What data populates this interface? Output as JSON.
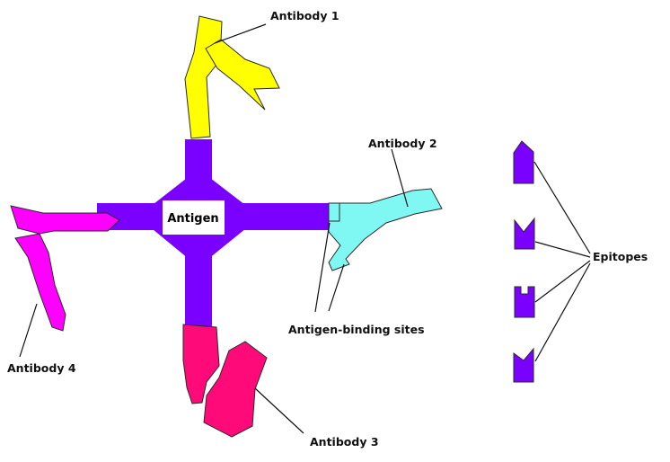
{
  "diagram": {
    "center_label": "Antigen",
    "labels": {
      "antibody1": "Antibody 1",
      "antibody2": "Antibody 2",
      "antibody3": "Antibody 3",
      "antibody4": "Antibody 4",
      "binding_sites": "Antigen-binding sites",
      "epitopes": "Epitopes"
    },
    "colors": {
      "antigen": "#7a00ff",
      "antibody1": "#ffff00",
      "antibody2": "#7ff8f3",
      "antibody3": "#ff0a78",
      "antibody4": "#ff00ff",
      "epitope": "#7a00ff",
      "line": "#111111"
    }
  }
}
